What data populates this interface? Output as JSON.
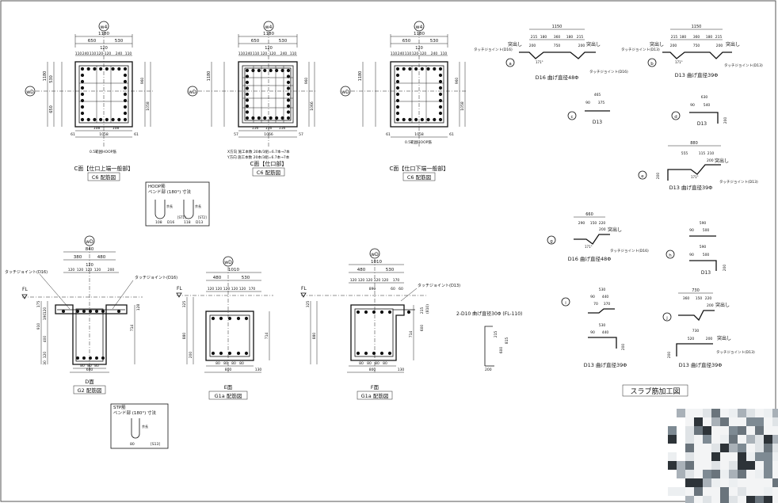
{
  "sections": {
    "c1": {
      "axis_top": "w4",
      "axis_left": "wD",
      "title": "C面【仕口上端一般部】",
      "subtitle": "C6 配筋図",
      "note": "0.5範囲HOOP筋",
      "dims_top_total": "1180",
      "dims_top_split": [
        "650",
        "530"
      ],
      "dims_mid": "120",
      "dims_chain": [
        "110",
        "240",
        "110",
        "120",
        "120",
        "240",
        "110"
      ],
      "dims_left_total": "1180",
      "dims_left_split": [
        "530",
        "650"
      ],
      "dims_right": [
        "960",
        "1058"
      ],
      "dims_bottom_mid": [
        "108",
        "108"
      ],
      "dims_bottom_total": "1058",
      "dims_bottom_ends": [
        "61",
        "61"
      ]
    },
    "c2": {
      "axis_top": "w4",
      "axis_left": "wD",
      "title": "C面【仕口部】",
      "subtitle": "C6 配筋図",
      "note_x": "X方向 施工本数 20本/3組=6.7本→7本",
      "note_y": "Y方向 施工本数 20本/3組=6.7本→7本",
      "dims_top_total": "1180",
      "dims_top_split": [
        "650",
        "530"
      ],
      "dims_mid": "120",
      "dims_chain": [
        "110",
        "240",
        "110",
        "120",
        "120",
        "240",
        "110"
      ],
      "dims_left_total": "1180",
      "dims_right": [
        "960",
        "1066"
      ],
      "dims_bottom_mid": [
        "116",
        "116",
        "116"
      ],
      "dims_bottom_total": "1066",
      "dims_bottom_ends": [
        "57",
        "57"
      ]
    },
    "c3": {
      "axis_top": "w4",
      "axis_left": "wD",
      "title": "C面【仕口下端一般部】",
      "subtitle": "C6 配筋図",
      "note": "0.5範囲HOOP筋",
      "dims_top_total": "1180",
      "dims_top_split": [
        "650",
        "530"
      ],
      "dims_mid": "120",
      "dims_chain": [
        "110",
        "240",
        "110",
        "120",
        "120",
        "240",
        "110"
      ],
      "dims_left_total": "1180",
      "dims_right": [
        "960",
        "1058"
      ],
      "dims_bottom_mid": [
        "108",
        "108"
      ],
      "dims_bottom_total": "1058",
      "dims_bottom_ends": [
        "61",
        "61"
      ]
    },
    "d": {
      "axis_top": "wD",
      "title": "D面",
      "subtitle": "G2 配筋図",
      "fl": "FL",
      "dims_top_total": "840",
      "dims_top_split": [
        "380",
        "480"
      ],
      "dims_mid": "120",
      "dims_chain": [
        "120",
        "120",
        "120",
        "120",
        "200"
      ],
      "label_left": "タッチジョイント(D16)",
      "label_right": "タッチジョイント(D16)",
      "dims_left": [
        "175",
        "910",
        "120",
        "190",
        "400",
        "120",
        "30"
      ],
      "dims_right": [
        "714",
        "128"
      ],
      "dims_bottom": [
        "80",
        "80",
        "80"
      ],
      "dims_bottom_total": "680"
    },
    "e": {
      "axis_top": "wD",
      "title": "E面",
      "subtitle": "G1a 配筋図",
      "fl": "FL",
      "dims_top_total": "1010",
      "dims_top_split": [
        "480",
        "530"
      ],
      "dims_chain": [
        "120",
        "120",
        "120",
        "120",
        "120",
        "170"
      ],
      "dims_left": [
        "325",
        "880",
        "200"
      ],
      "dims_right": [
        "714"
      ],
      "dims_bottom": [
        "80",
        "80",
        "80",
        "80"
      ],
      "dims_bottom_total": "800",
      "dims_bottom_end": "130"
    },
    "f": {
      "axis_top": "wD",
      "title": "F面",
      "subtitle": "G1a 配筋図",
      "fl": "FL",
      "dims_top_total": "1010",
      "dims_top_split": [
        "480",
        "530"
      ],
      "dims_chain": [
        "120",
        "120",
        "120",
        "120",
        "120",
        "170"
      ],
      "dims_inner": [
        "890",
        "60",
        "60"
      ],
      "label_right": "タッチジョイント(D13)",
      "dims_left": [
        "325",
        "880"
      ],
      "dims_right": [
        "714",
        "600",
        "215",
        "(810)"
      ],
      "dims_bottom": [
        "80",
        "80",
        "80",
        "80"
      ],
      "dims_bottom_total": "800",
      "dims_bottom_end": "130",
      "note_d10": "2-D10 曲げ直径30Φ (FL-110)",
      "d10_dims": [
        "215",
        "600",
        "815",
        "200"
      ]
    }
  },
  "hoop_box": {
    "title": "HOOP筋",
    "subtitle": "ベンド部 (180°) 寸法",
    "labels": [
      "D16",
      "D13"
    ],
    "dims": [
      "108",
      "118"
    ],
    "inner": [
      "余長",
      "余長"
    ],
    "codes": [
      "[ST1]",
      "[ST2]"
    ]
  },
  "stp_box": {
    "title": "STP筋",
    "subtitle": "ベンド部 (180°) 寸法",
    "dims": [
      "80"
    ],
    "inner": [
      "余長"
    ],
    "code": "[S13]"
  },
  "slab": {
    "title": "スラブ筋加工図",
    "items": [
      {
        "mark": "a",
        "label": "D16 曲げ直径48Φ",
        "dims_top": "1150",
        "chain": [
          "215",
          "180",
          "360",
          "180",
          "215"
        ],
        "proj_left": "突出し",
        "proj_right": "突出し",
        "inner": [
          "200",
          "750",
          "200"
        ],
        "joint_left": "タッチジョイント(D16)",
        "joint_right": "タッチジョイント(D16)",
        "angle": "171°"
      },
      {
        "mark": "b",
        "label": "D13 曲げ直径39Φ",
        "dims_top": "1150",
        "chain": [
          "215",
          "180",
          "360",
          "180",
          "215"
        ],
        "proj_left": "突出し",
        "proj_right": "突出し",
        "inner": [
          "200",
          "750",
          "200"
        ],
        "joint_left": "タッチジョイント(D13)",
        "joint_right": "タッチジョイント(D13)",
        "angle": "171°"
      },
      {
        "mark": "c",
        "label": "D13",
        "dims": [
          "465",
          "90",
          "375"
        ]
      },
      {
        "mark": "d",
        "label": "D13",
        "dims": [
          "630",
          "90",
          "540"
        ],
        "hook": "200"
      },
      {
        "mark": "e",
        "label": "D13 曲げ直径39Φ",
        "dims_top": "880",
        "chain": [
          "555",
          "115",
          "210"
        ],
        "proj": "突出し",
        "inner": [
          "200"
        ],
        "joint": "タッチジョイント(D13)",
        "hook": "200",
        "angle": "171°"
      },
      {
        "mark": "g",
        "label": "D16 曲げ直径48Φ",
        "dims_top": "660",
        "chain": [
          "290",
          "150",
          "220"
        ],
        "proj": "突出し",
        "inner": [
          "200"
        ],
        "joint": "タッチジョイント(D16)",
        "angle": "171°"
      },
      {
        "mark": "h",
        "label": "D13",
        "dims": [
          "590",
          "90",
          "500"
        ],
        "dims2": [
          "590",
          "90",
          "500"
        ],
        "hook": "200"
      },
      {
        "mark": "i",
        "label": "D13 曲げ直径39Φ",
        "dims": [
          "530",
          "90",
          "440"
        ],
        "inner": [
          "70",
          "370"
        ],
        "dims2": [
          "530",
          "90",
          "440"
        ],
        "hook": "200"
      },
      {
        "mark": "j",
        "label": "D13 曲げ直径39Φ",
        "dims_top": "730",
        "chain": [
          "360",
          "150",
          "220"
        ],
        "proj": "突出し",
        "inner": [
          "200"
        ],
        "dims2": [
          "730",
          "520",
          "200"
        ],
        "proj2": "突出し",
        "joint": "タッチジョイント(D13)",
        "hook": "200"
      }
    ]
  },
  "colors": {
    "line": "#111111",
    "paper": "#ffffff",
    "border": "#555555",
    "redaction": [
      "#c5ccd2",
      "#8f9aa3",
      "#3f464c",
      "#dfe3e6",
      "#6a747c",
      "#a9b1b8",
      "#2d3338",
      "#eceff1",
      "#7e8a93"
    ]
  }
}
